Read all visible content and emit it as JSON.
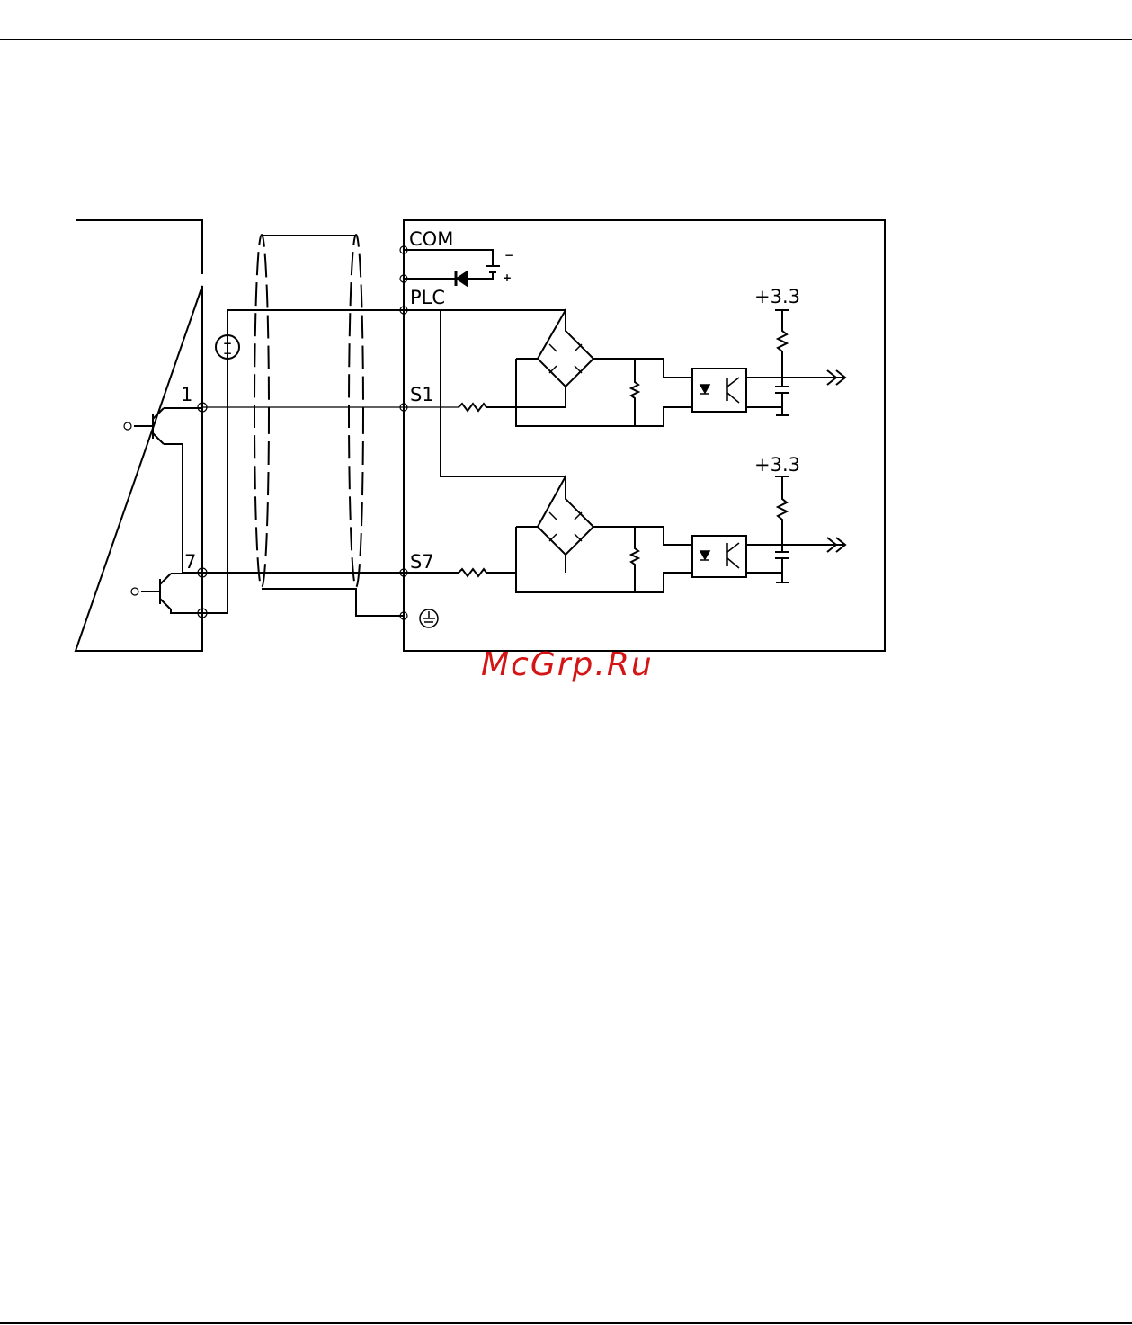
{
  "labels": {
    "com": "COM",
    "plc": "PLC",
    "s1": "S1",
    "s7": "S7",
    "ext1": "1",
    "ext7": "7",
    "vcc_top": "+3.3",
    "vcc_bottom": "+3.3",
    "batt_minus": "−",
    "batt_plus": "+"
  },
  "watermark": {
    "text": "McGrp.Ru",
    "color": "#d41515"
  }
}
